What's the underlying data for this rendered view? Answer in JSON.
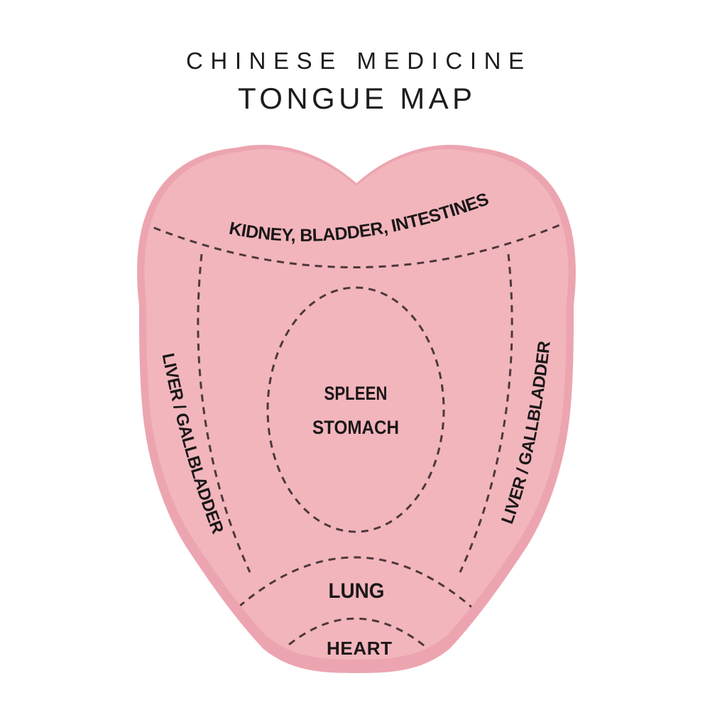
{
  "title": {
    "line1": "CHINESE MEDICINE",
    "line2": "TONGUE MAP"
  },
  "tongue_map": {
    "back_region": "KIDNEY, BLADDER, INTESTINES",
    "left_region": "LIVER / GALLBLADDER",
    "right_region": "LIVER / GALLBLADDER",
    "center_region_line1": "SPLEEN",
    "center_region_line2": "STOMACH",
    "front_region": "LUNG",
    "tip_region": "HEART"
  },
  "colors": {
    "background": "#FFFFFF",
    "tongue_base": "#ECA5B0",
    "tongue_main": "#F2B5BC",
    "dash_line": "#4E383C",
    "label_text": "#1A1718",
    "title_text": "#1D1D1F"
  }
}
